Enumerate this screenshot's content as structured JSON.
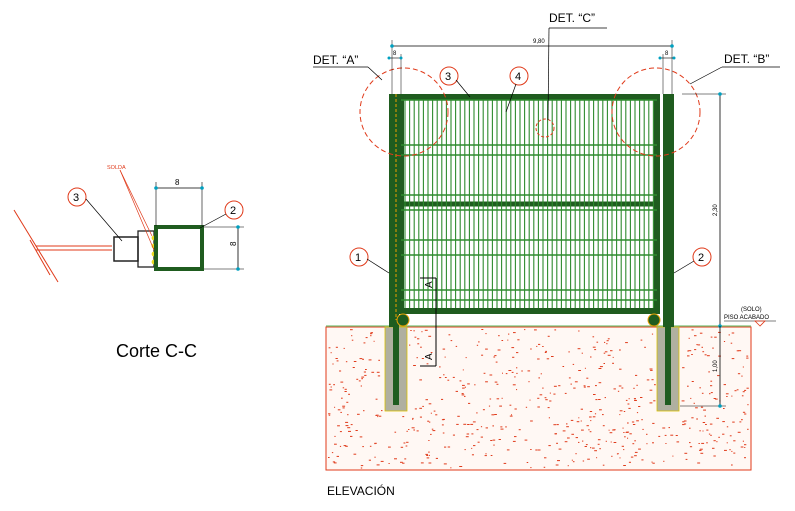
{
  "section": {
    "title": "Corte C-C",
    "weld_label": "SOLDA",
    "dim_width": "8",
    "dim_height": "8",
    "callout_pipe": "3",
    "callout_post": "2"
  },
  "elevation": {
    "title": "ELEVACIÓN",
    "det_a": "DET. “A”",
    "det_b": "DET. “B”",
    "det_c": "DET. “C”",
    "dim_total_width": "9,80",
    "dim_post_left": "8",
    "dim_post_right": "8",
    "dim_height": "2,30",
    "dim_depth": "1,00",
    "ground_label_1": "(SOLO)",
    "ground_label_2": "PISO ACABADO",
    "section_mark": "A",
    "callout_1": "1",
    "callout_2": "2",
    "callout_3": "3",
    "callout_4": "4"
  },
  "colors": {
    "frame_green": "#1f5c1f",
    "mesh_green": "#2e8b2e",
    "annotation_red": "#e03a1a",
    "dimension_cyan": "#00a0c0",
    "ground_line": "#7bc47b"
  }
}
